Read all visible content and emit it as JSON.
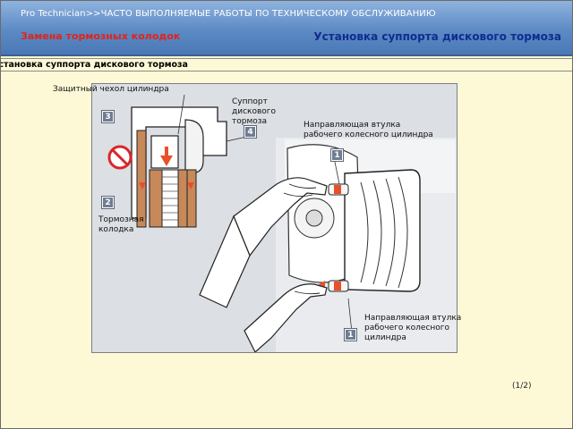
{
  "header": {
    "breadcrumb": "Pro Technician>>ЧАСТО ВЫПОЛНЯЕМЫЕ РАБОТЫ ПО ТЕХНИЧЕСКОМУ ОБСЛУЖИВАНИЮ",
    "subtitle": "Замена тормозных колодок",
    "title": "Установка суппорта дискового тормоза"
  },
  "section": {
    "heading": "Установка суппорта дискового тормоза"
  },
  "figure": {
    "labels": {
      "cylinder_cover": "Защитный чехол цилиндра",
      "caliper": "Суппорт дискового тормоза",
      "sleeve_top": "Направляющая втулка рабочего колесного цилиндра",
      "pad": "Тормозная колодка",
      "sleeve_bottom": "Направляющая втулка рабочего колесного цилиндра"
    },
    "badges": {
      "b3": "3",
      "b4": "4",
      "b1_top": "1",
      "b2": "2",
      "b1_bottom": "1"
    },
    "colors": {
      "panel": "#dcdfe3",
      "pad": "#c7885a",
      "arrow": "#e8502a",
      "prohibit": "#d9262b",
      "badge": "#6f7d91"
    }
  },
  "footer": {
    "page_indicator": "(1/2)"
  }
}
